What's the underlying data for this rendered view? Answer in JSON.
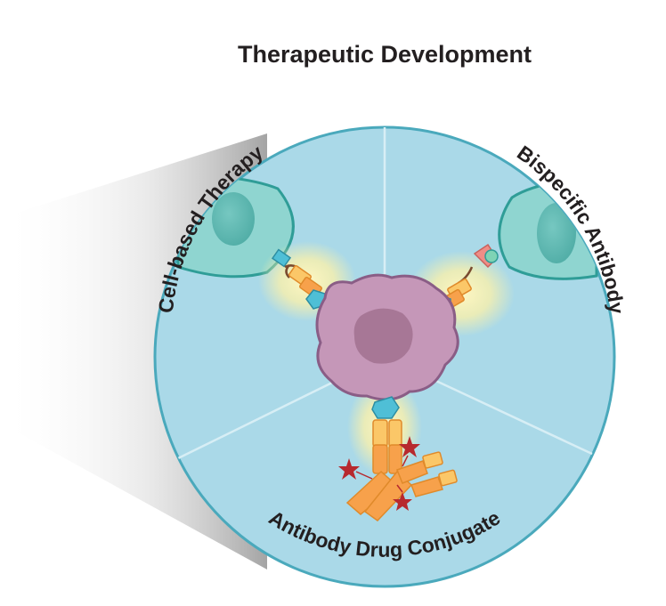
{
  "title": "Therapeutic Development",
  "sections": [
    {
      "id": "cell-based-therapy",
      "label": "Cell-based Therapy"
    },
    {
      "id": "bispecific-antibody",
      "label": "Bispecific Antibody"
    },
    {
      "id": "antibody-drug-conjugate",
      "label": "Antibody Drug Conjugate"
    }
  ],
  "colors": {
    "disc_fill": "#aad9e8",
    "disc_stroke": "#4aa9bc",
    "immune_cell": "#8fd5d0",
    "immune_cell_stroke": "#2f9d97",
    "nucleus": "#5fb9b2",
    "tumor_cell": "#c597b8",
    "tumor_cell_stroke": "#8a5d86",
    "tumor_nucleus": "#a77796",
    "antibody_orange": "#f7a14b",
    "antibody_yellow": "#fbc768",
    "antigen_blue": "#4fbfd6",
    "drug_star": "#b7292e",
    "bispecific_pink": "#ef8d86",
    "glow": "#fff0a8"
  },
  "icons": [
    "tumor-cell-icon",
    "t-cell-icon",
    "immune-cell-icon",
    "antibody-icon",
    "cytotoxic-drug-star-icon",
    "antigen-pentagon-icon"
  ]
}
